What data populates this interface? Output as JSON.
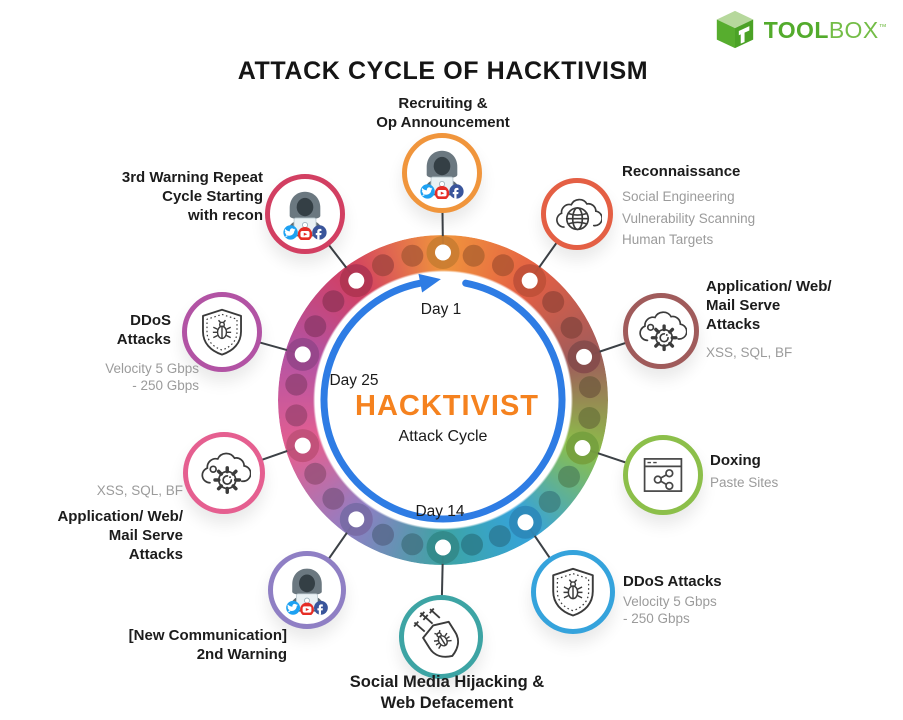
{
  "brand": {
    "bold": "TOOL",
    "light": "BOX",
    "tm": "™"
  },
  "title": "ATTACK CYCLE OF HACKTIVISM",
  "center": {
    "heading": "HACKTIVIST",
    "subheading": "Attack Cycle",
    "day_top": "Day 1",
    "day_left": "Day 25",
    "day_bottom": "Day 14"
  },
  "accent": {
    "arrow_blue": "#2e7ce4",
    "heading_orange": "#f5821f"
  },
  "nodes": [
    {
      "label": "Recruiting &\nOp Announcement",
      "color": "#f0953c",
      "icon": "hacker-laptop-social"
    },
    {
      "title": "Reconnaissance",
      "details": "Social Engineering\nVulnerability Scanning\nHuman Targets",
      "color": "#e45f44",
      "icon": "globe-cloud"
    },
    {
      "title": "Application/ Web/\nMail Serve\nAttacks",
      "details": "XSS, SQL, BF",
      "color": "#a05b5b",
      "icon": "cloud-gear"
    },
    {
      "title": "Doxing",
      "details": "Paste Sites",
      "color": "#8cbf4a",
      "icon": "browser-share"
    },
    {
      "title": "DDoS Attacks",
      "details": "Velocity 5 Gbps\n- 250 Gbps",
      "color": "#35a3dc",
      "icon": "shield-bug"
    },
    {
      "label": "Social Media Hijacking &\nWeb Defacement",
      "color": "#3da4a4",
      "icon": "shield-attacked"
    },
    {
      "label": "[New Communication]\n2nd Warning",
      "color": "#8f7fc4",
      "icon": "hacker-laptop-social"
    },
    {
      "title": "Application/ Web/\nMail Serve\nAttacks",
      "details": "XSS, SQL, BF",
      "color": "#e55f90",
      "icon": "cloud-gear"
    },
    {
      "title": "DDoS\nAttacks",
      "details": "Velocity 5 Gbps\n- 250 Gbps",
      "color": "#b253a4",
      "icon": "shield-bug"
    },
    {
      "label": "3rd Warning Repeat\nCycle Starting\nwith recon",
      "color": "#d23f62",
      "icon": "hacker-laptop-social"
    }
  ]
}
